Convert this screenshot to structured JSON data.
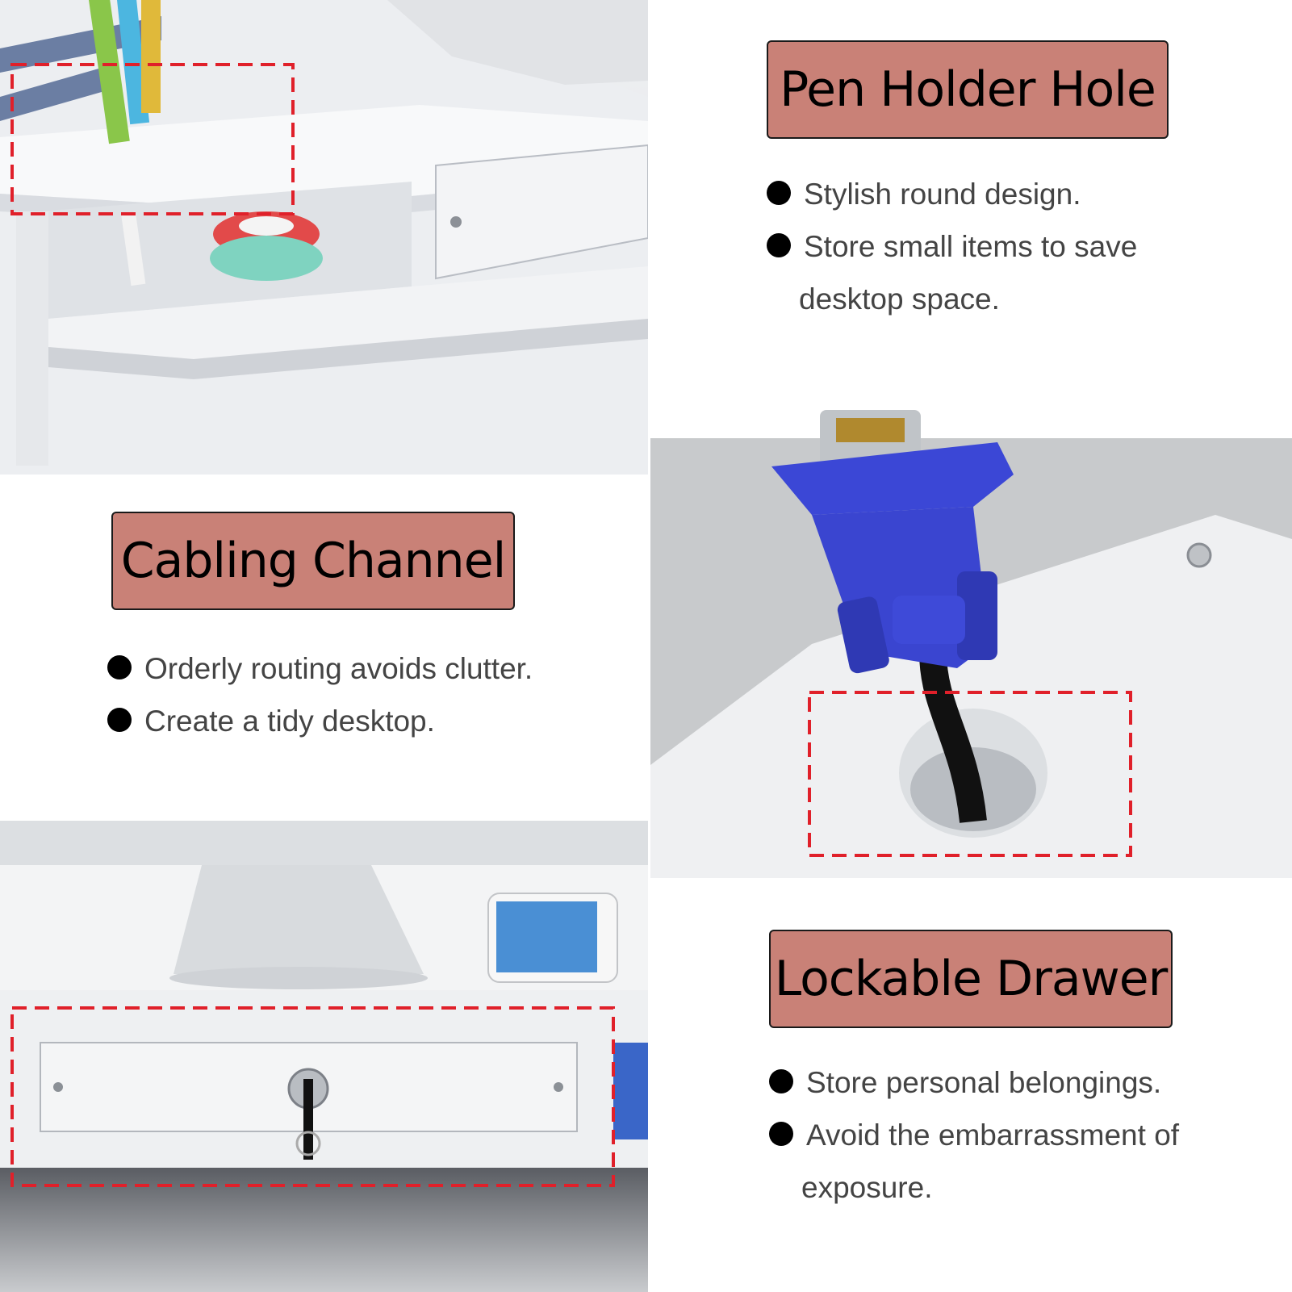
{
  "pen_holder": {
    "title": "Pen Holder Hole",
    "bullets": [
      "Stylish round design.",
      "Store small items to save"
    ],
    "continuation": "desktop space."
  },
  "cabling": {
    "title": "Cabling Channel",
    "bullets": [
      "Orderly routing avoids clutter.",
      "Create a tidy desktop."
    ]
  },
  "drawer": {
    "title": "Lockable Drawer",
    "bullets": [
      "Store personal belongings.",
      "Avoid the embarrassment of"
    ],
    "continuation": "exposure."
  },
  "colors": {
    "title_bg": "#c98177",
    "highlight_dash": "#e0202a",
    "connector_blue": "#3b47d6"
  }
}
